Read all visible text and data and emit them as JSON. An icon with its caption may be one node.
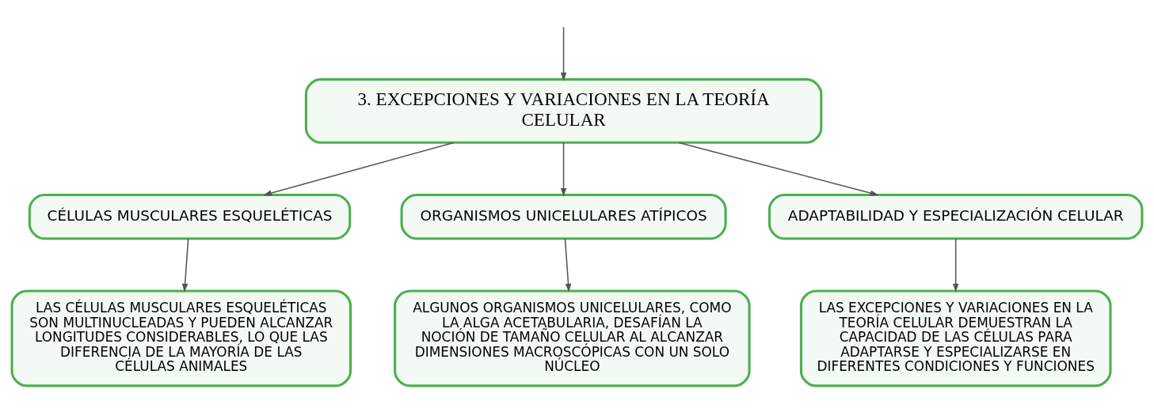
{
  "diagram": {
    "nodes": [
      {
        "text": [
          "3. EXCEPCIONES Y VARIACIONES EN LA TEORÍA CELULAR"
        ]
      },
      {
        "text": [
          "CÉLULAS MUSCULARES ESQUELÉTICAS"
        ]
      },
      {
        "text": [
          "ORGANISMOS UNICELULARES ATÍPICOS"
        ]
      },
      {
        "text": [
          "ADAPTABILIDAD Y ESPECIALIZACIÓN CELULAR"
        ]
      },
      {
        "text": [
          "LAS CÉLULAS MUSCULARES ESQUELÉTICAS SON MULTINUCLEADAS Y PUEDEN ALCANZAR LONGITUDES CONSIDERABLES, LO QUE LAS DIFERENCIA DE LA MAYORÍA DE LAS CÉLULAS ANIMALES"
        ]
      },
      {
        "text": [
          "ALGUNOS ORGANISMOS UNICELULARES, COMO LA ALGA ACETABULARIA, DESAFÍAN LA NOCIÓN DE TAMAÑO CELULAR AL ALCANZAR DIMENSIONES MACROSCÓPICAS CON UN SOLO NÚCLEO"
        ]
      },
      {
        "text": [
          "LAS EXCEPCIONES Y VARIACIONES EN LA TEORÍA CELULAR DEMUESTRAN LA CAPACIDAD DE LAS CÉLULAS PARA ADAPTARSE Y ESPECIALIZARSE EN DIFERENTES CONDICIONES Y FUNCIONES"
        ]
      }
    ],
    "edges": [
      {
        "from": null,
        "to": 0,
        "arrow": "to"
      },
      {
        "from": 0,
        "to": 1,
        "arrow": "to"
      },
      {
        "from": 0,
        "to": 2,
        "arrow": "to"
      },
      {
        "from": 0,
        "to": 3,
        "arrow": "to"
      },
      {
        "from": 1,
        "to": 4,
        "arrow": "to"
      },
      {
        "from": 2,
        "to": 5,
        "arrow": "to"
      },
      {
        "from": 3,
        "to": 6,
        "arrow": "to"
      }
    ]
  }
}
